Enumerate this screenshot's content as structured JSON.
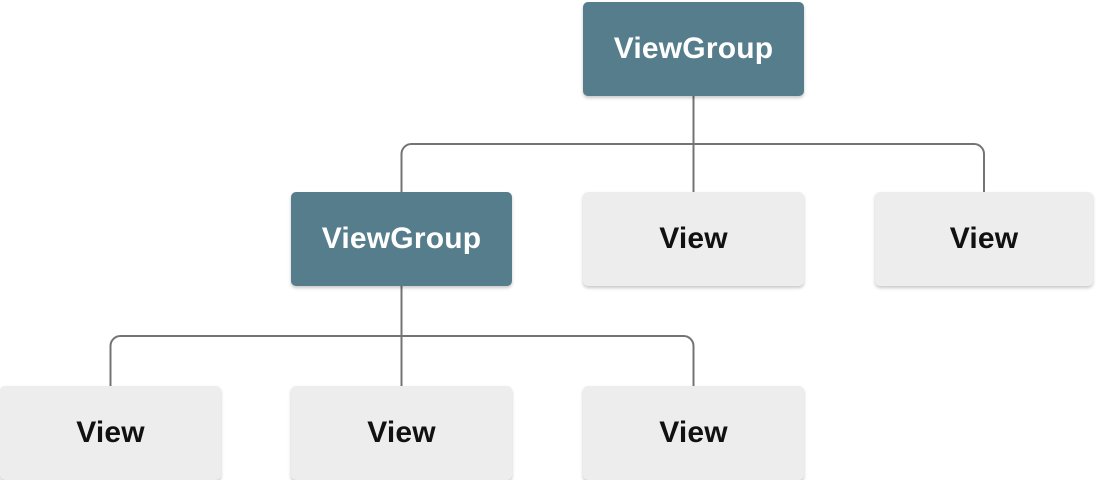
{
  "diagram": {
    "type": "tree",
    "description": "View hierarchy tree: a root ViewGroup with three children (one ViewGroup, two Views); the child ViewGroup has three View children",
    "colors": {
      "viewgroup_fill": "#567d8c",
      "viewgroup_text": "#ffffff",
      "view_fill": "#ededed",
      "view_text": "#111111",
      "connector": "#747474",
      "background": "#ffffff"
    },
    "nodes": [
      {
        "id": "root",
        "label": "ViewGroup",
        "kind": "viewgroup",
        "level": 1
      },
      {
        "id": "child-1",
        "label": "ViewGroup",
        "kind": "viewgroup",
        "level": 2
      },
      {
        "id": "child-2",
        "label": "View",
        "kind": "view",
        "level": 2
      },
      {
        "id": "child-3",
        "label": "View",
        "kind": "view",
        "level": 2
      },
      {
        "id": "leaf-1",
        "label": "View",
        "kind": "view",
        "level": 3
      },
      {
        "id": "leaf-2",
        "label": "View",
        "kind": "view",
        "level": 3
      },
      {
        "id": "leaf-3",
        "label": "View",
        "kind": "view",
        "level": 3
      }
    ],
    "edges": [
      {
        "from": "root",
        "to": "child-1"
      },
      {
        "from": "root",
        "to": "child-2"
      },
      {
        "from": "root",
        "to": "child-3"
      },
      {
        "from": "child-1",
        "to": "leaf-1"
      },
      {
        "from": "child-1",
        "to": "leaf-2"
      },
      {
        "from": "child-1",
        "to": "leaf-3"
      }
    ]
  }
}
